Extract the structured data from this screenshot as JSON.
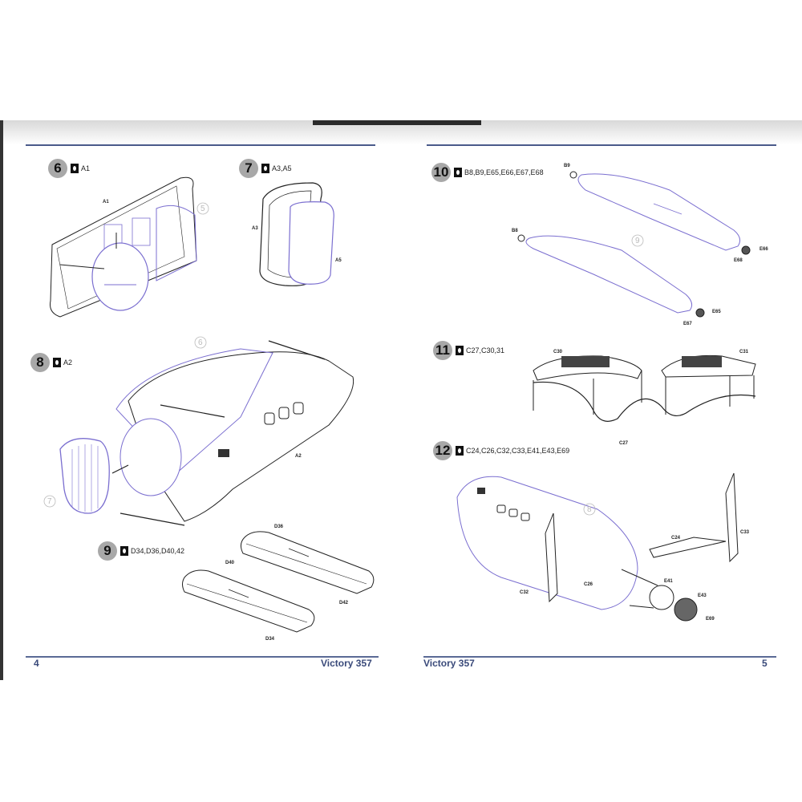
{
  "pages": {
    "left": {
      "number": "4",
      "title": "Victory 357",
      "steps": [
        {
          "num": "6",
          "parts": "A1",
          "callouts": [
            "A1"
          ],
          "ref": "5"
        },
        {
          "num": "7",
          "parts": "A3,A5",
          "callouts": [
            "A3",
            "A5"
          ]
        },
        {
          "num": "8",
          "parts": "A2",
          "callouts": [
            "A2"
          ],
          "ref_top": "6",
          "ref_left": "7"
        },
        {
          "num": "9",
          "parts": "D34,D36,D40,42",
          "callouts": [
            "D36",
            "D40",
            "D42",
            "D34"
          ]
        }
      ]
    },
    "right": {
      "number": "5",
      "title": "Victory 357",
      "steps": [
        {
          "num": "10",
          "parts": "B8,B9,E65,E66,E67,E68",
          "callouts": [
            "B9",
            "B8",
            "E66",
            "E68",
            "E65",
            "E67"
          ],
          "ref": "9"
        },
        {
          "num": "11",
          "parts": "C27,C30,31",
          "callouts": [
            "C30",
            "C31",
            "C27"
          ]
        },
        {
          "num": "12",
          "parts": "C24,C26,C32,C33,E41,E43,E69",
          "callouts": [
            "C24",
            "C33",
            "C26",
            "C32",
            "E41",
            "E43",
            "E69"
          ],
          "ref": "8"
        }
      ]
    }
  },
  "icons": {
    "glue": "glue-drop-icon"
  },
  "colors": {
    "line": "#7b6fd0",
    "ink": "#222222",
    "rule": "#4a5a8a",
    "badge": "#a8a8a8"
  }
}
